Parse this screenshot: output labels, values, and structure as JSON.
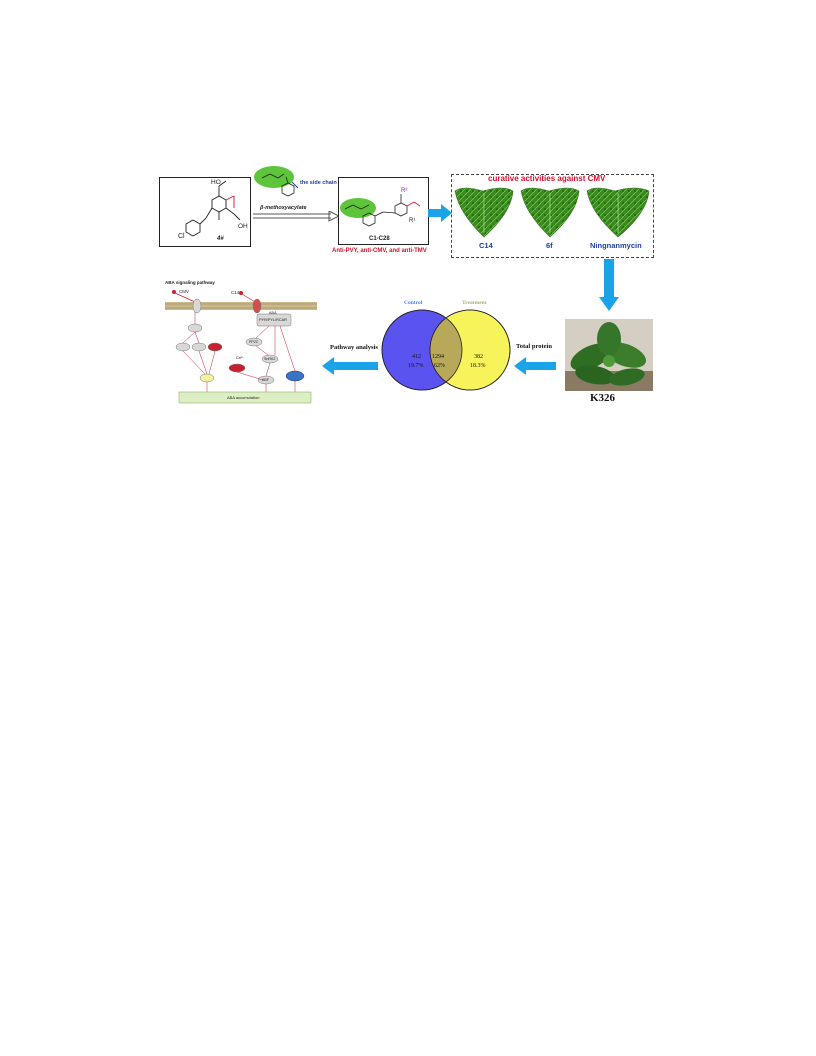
{
  "compound_4": {
    "label": "4#",
    "atoms": {
      "ho": "HO",
      "cl": "Cl",
      "oh": "OH"
    }
  },
  "pharmacophore": {
    "side_chain_label": "the side chain",
    "label": "β-methoxyacylate"
  },
  "series": {
    "label": "C1-C28",
    "r1": "R¹",
    "r2": "R²",
    "activity": "Anti-PVY, anti-CMV, and anti-TMV"
  },
  "curative": {
    "title": "curative activities against CMV",
    "leaves": [
      {
        "label": "C14"
      },
      {
        "label": "6f"
      },
      {
        "label": "Ningnanmycin"
      }
    ]
  },
  "plant": {
    "label": "K326"
  },
  "arrows": {
    "total_protein": "Total protein",
    "pathway_analysis": "Pathway analysis"
  },
  "venn": {
    "control": {
      "name": "Control",
      "count": "412",
      "percent": "19.7%"
    },
    "overlap": {
      "count": "1294",
      "percent": "62%"
    },
    "treatment": {
      "name": "Treatment",
      "count": "382",
      "percent": "18.3%"
    },
    "colors": {
      "control": "#5b53f0",
      "treatment": "#f7f35a",
      "overlap": "#b7a85a"
    }
  },
  "pathway": {
    "title": "ABA signaling pathway",
    "cmv": "CMV",
    "c14": "C14",
    "receptor_complex": "PYR/PYL/RCAR",
    "aba": "ABA",
    "pp2c": "PP2C",
    "snrk2": "SnRK2",
    "abf": "ABF",
    "ca": "Ca²⁺",
    "accumulation": "ABA accumulation"
  },
  "colors": {
    "accent_blue": "#1aa3e8",
    "activity_red": "#d0112b",
    "leaf_blue": "#1f3fa0",
    "green": "#5ec43a"
  }
}
